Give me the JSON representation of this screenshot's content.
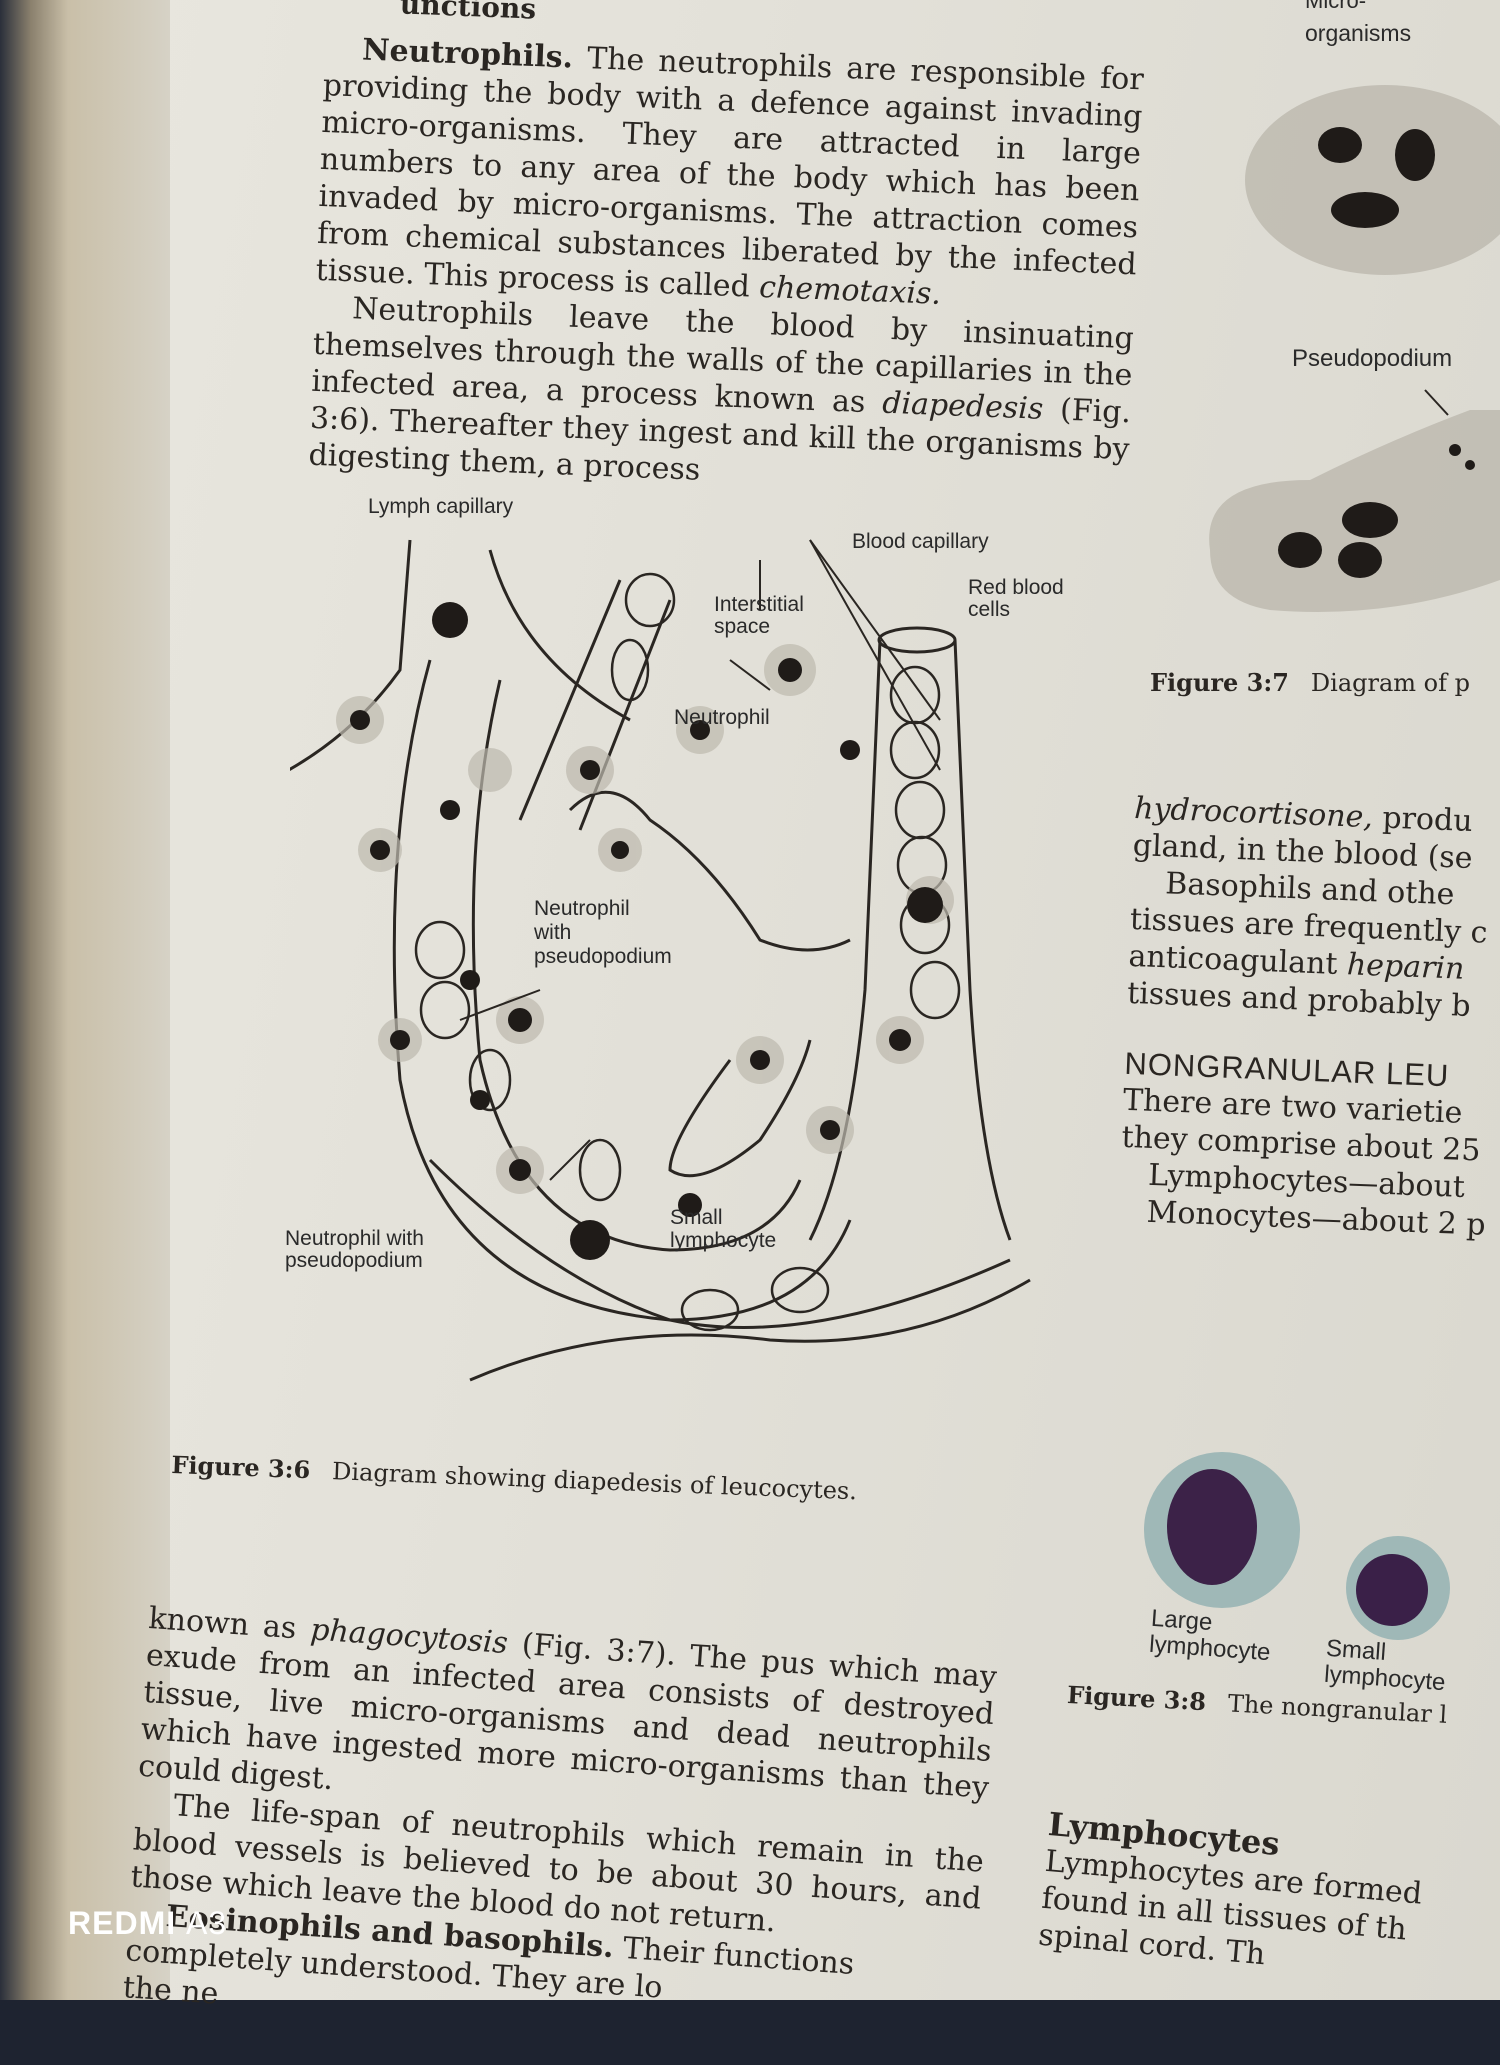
{
  "header": {
    "fragment": "unctions",
    "right_fragment": "Micro-"
  },
  "intro": {
    "lead_bold": "Neutrophils.",
    "para1": " The neutrophils are responsible for providing the body with a defence against invading micro-organisms. They are attracted in large numbers to any area of the body which has been invaded by micro-organisms. The attraction comes from chemical substances liberated by the infected tissue. This process is called ",
    "para1_italic": "chemotaxis.",
    "para2_a": "Neutrophils leave the blood by insinuating themselves through the walls of the capillaries in the infected area, a process known as ",
    "para2_italic": "diapedesis",
    "para2_b": " (Fig. 3:6). Thereafter they ingest and kill the organisms by digesting them, a process"
  },
  "figure36": {
    "labels": {
      "lymph_capillary": "Lymph capillary",
      "blood_capillary": "Blood capillary",
      "interstitial": "Interstitial\nspace",
      "red_blood": "Red blood\ncells",
      "neutrophil": "Neutrophil",
      "neutrophil_pseudo": "Neutrophil\nwith\npseudopodium",
      "neutrophil_with_pseudo": "Neutrophil with\npseudopodium",
      "small_lymphocyte": "Small\nlymphocyte"
    },
    "caption_label": "Figure 3:6",
    "caption_text": "Diagram showing diapedesis of leucocytes."
  },
  "figure37": {
    "organisms": "organisms",
    "pseudopodium": "Pseudopodium",
    "caption_label": "Figure 3:7",
    "caption_text": "Diagram of p"
  },
  "right_text": {
    "l1_italic": "hydrocortisone,",
    "l1": " produ",
    "l2": "gland, in the blood (se",
    "l3": "Basophils and othe",
    "l4": "tissues are frequently c",
    "l5_a": "anticoagulant ",
    "l5_italic": "heparin",
    "l6": "tissues and probably b",
    "heading": "NONGRANULAR LEU",
    "h1": "There are two varietie",
    "h2": "they comprise about 25",
    "h3": "Lymphocytes—about",
    "h4": "Monocytes—about 2 p"
  },
  "figure38": {
    "large": "Large\nlymphocyte",
    "small": "Small\nlymphocyte",
    "caption_label": "Figure 3:8",
    "caption_text": "The nongranular l"
  },
  "bottom": {
    "a1": "known as ",
    "a1_italic": "phagocytosis",
    "a1_b": " (Fig. 3:7). The pus which may exude from an infected area consists of destroyed tissue, live micro-organisms and dead neutrophils which have ingested more micro-organisms than they could digest.",
    "a2": "The life-span of neutrophils which remain in the blood vessels is believed to be about 30 hours, and those which leave the blood do not return.",
    "a3_bold": "Eosinophils and basophils.",
    "a3": " Their functions",
    "a4": "completely understood. They are lo",
    "a5": "the ne"
  },
  "lymphocytes_section": {
    "heading": "Lymphocytes",
    "l1": "Lymphocytes are formed",
    "l2": "found in all tissues of th",
    "l3": "spinal cord. Th"
  },
  "watermark": {
    "brand": "REDMI",
    "model": "A3"
  }
}
